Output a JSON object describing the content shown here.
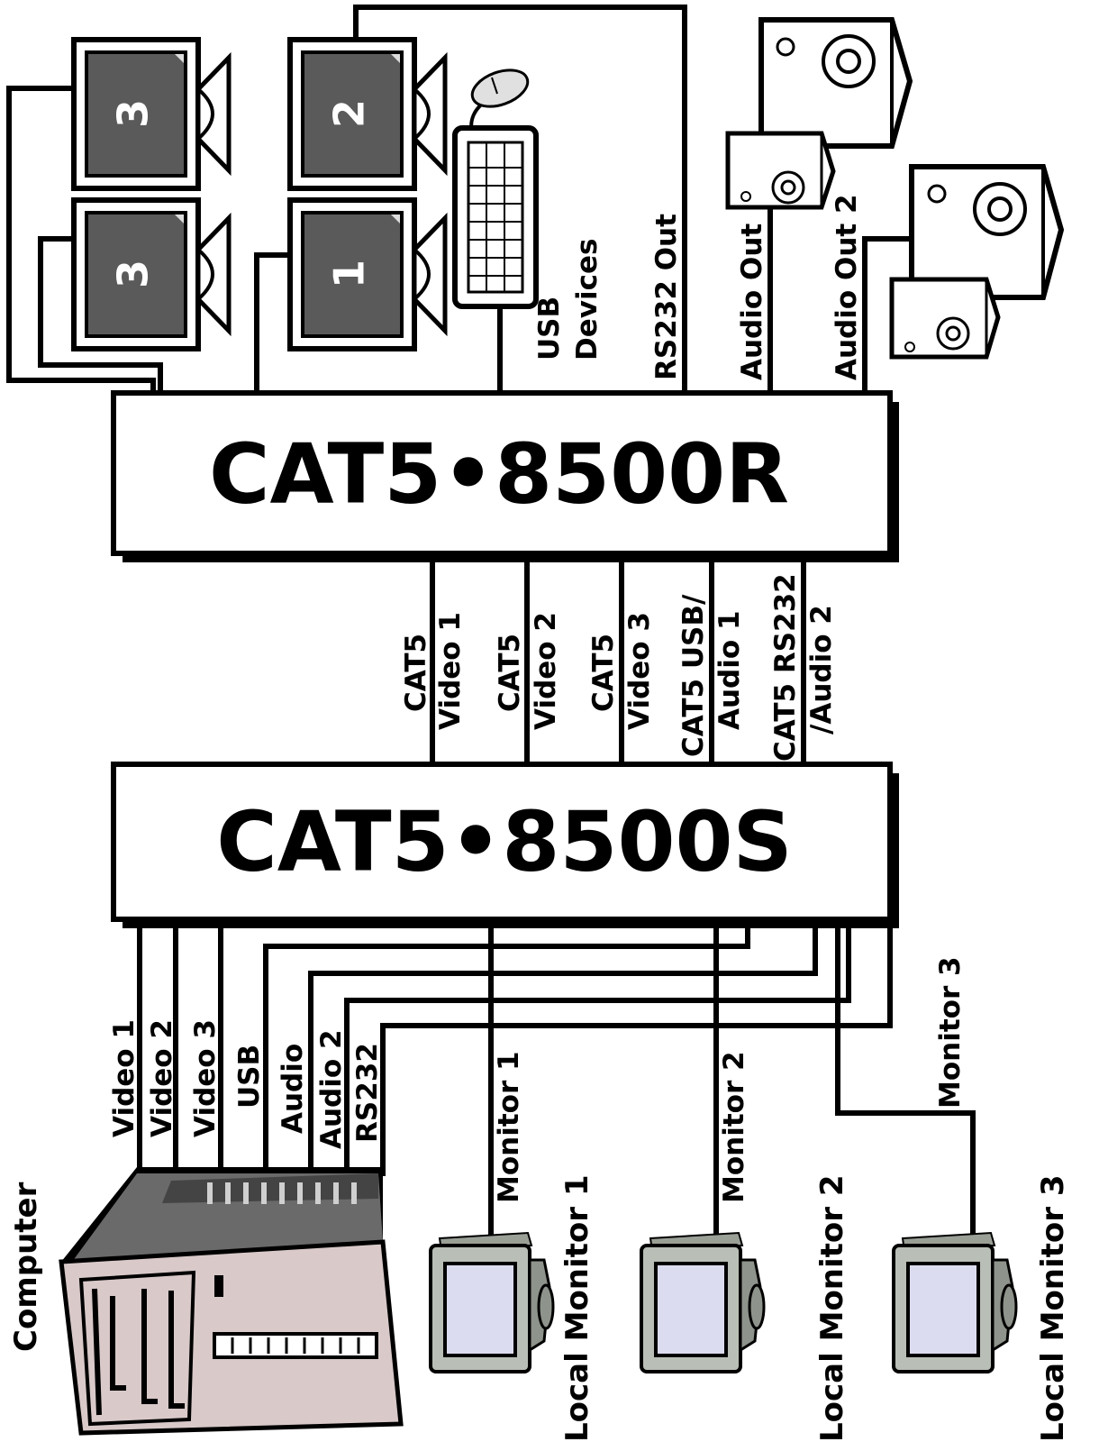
{
  "units": {
    "receiver": "CAT5•8500R",
    "sender": "CAT5•8500S"
  },
  "remote_monitors": [
    "3",
    "2",
    "3",
    "1"
  ],
  "remote_labels": {
    "usb_devices_line1": "USB",
    "usb_devices_line2": "Devices",
    "rs232_out": "RS232 Out",
    "audio_out": "Audio Out",
    "audio_out_2": "Audio Out 2"
  },
  "cat5_links": {
    "video1_a": "CAT5",
    "video1_b": "Video 1",
    "video2_a": "CAT5",
    "video2_b": "Video 2",
    "video3_a": "CAT5",
    "video3_b": "Video 3",
    "usb_a": "CAT5 USB/",
    "usb_b": "Audio 1",
    "rs232_a": "CAT5 RS232",
    "rs232_b": "/Audio 2"
  },
  "computer_connections": [
    "Video 1",
    "Video 2",
    "Video 3",
    "USB",
    "Audio",
    "Audio 2",
    "RS232"
  ],
  "monitor_connections": [
    "Monitor 1",
    "Monitor 2",
    "Monitor 3"
  ],
  "computer_label": "Computer",
  "local_monitors": [
    "Local Monitor 1",
    "Local Monitor 2",
    "Local Monitor 3"
  ],
  "colors": {
    "monitor_screen": "#5a5a5a",
    "local_monitor_body": "#b9bfb6",
    "local_monitor_screen": "#dcdcf0",
    "computer_body": "#d9c9c9"
  }
}
